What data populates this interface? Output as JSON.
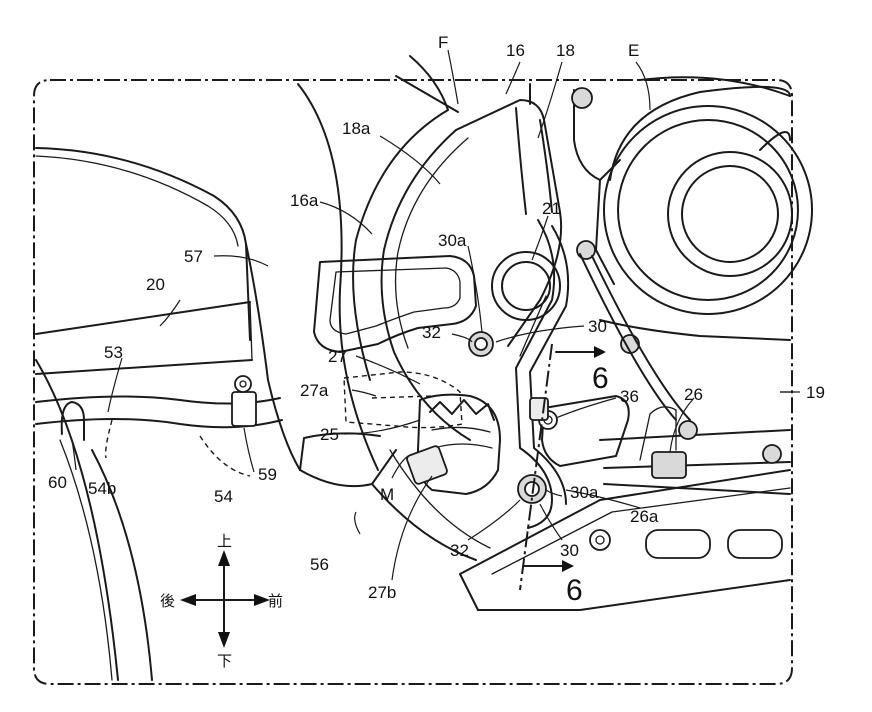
{
  "labels": {
    "F": "F",
    "n16": "16",
    "n18": "18",
    "E": "E",
    "n18a": "18a",
    "n16a": "16a",
    "n21": "21",
    "n30a_top": "30a",
    "n57": "57",
    "n20": "20",
    "n32_top": "32",
    "n30_top": "30",
    "n53": "53",
    "n27": "27",
    "n6_top": "6",
    "n27a": "27a",
    "n36": "36",
    "n26": "26",
    "n19": "19",
    "n25": "25",
    "n60": "60",
    "n54b": "54b",
    "n54": "54",
    "n59": "59",
    "M": "M",
    "n30a_bot": "30a",
    "n26a": "26a",
    "n32_bot": "32",
    "n30_bot": "30",
    "n56": "56",
    "n6_bot": "6",
    "n27b": "27b"
  },
  "compass": {
    "up": "上",
    "down": "下",
    "front": "前",
    "rear": "後"
  }
}
